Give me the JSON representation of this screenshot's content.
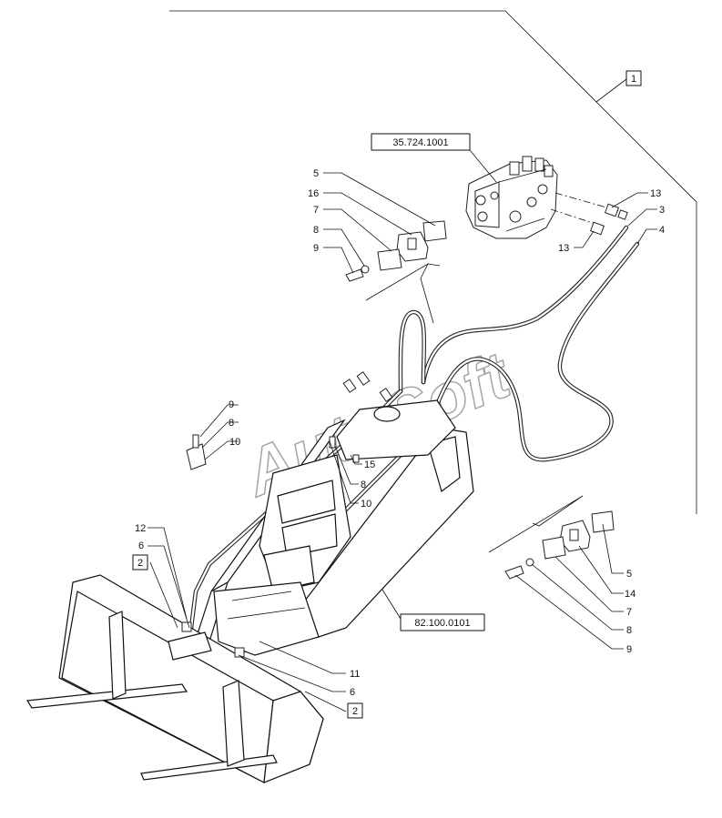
{
  "watermark": "AutoSoft",
  "ref_labels": {
    "valve": "35.724.1001",
    "loader": "82.100.0101"
  },
  "boxed_callouts": {
    "top_right": "1",
    "left": "2",
    "bottom": "2"
  },
  "callouts": {
    "upper_kit": [
      "5",
      "16",
      "7",
      "8",
      "9"
    ],
    "valve_right": [
      "13",
      "3",
      "4",
      "13"
    ],
    "mid_left": [
      "9",
      "8",
      "10"
    ],
    "mid": [
      "15",
      "8",
      "10"
    ],
    "lower_left": [
      "12",
      "6"
    ],
    "lower_mid": [
      "11",
      "6"
    ],
    "lower_kit": [
      "5",
      "14",
      "7",
      "8",
      "9"
    ]
  }
}
